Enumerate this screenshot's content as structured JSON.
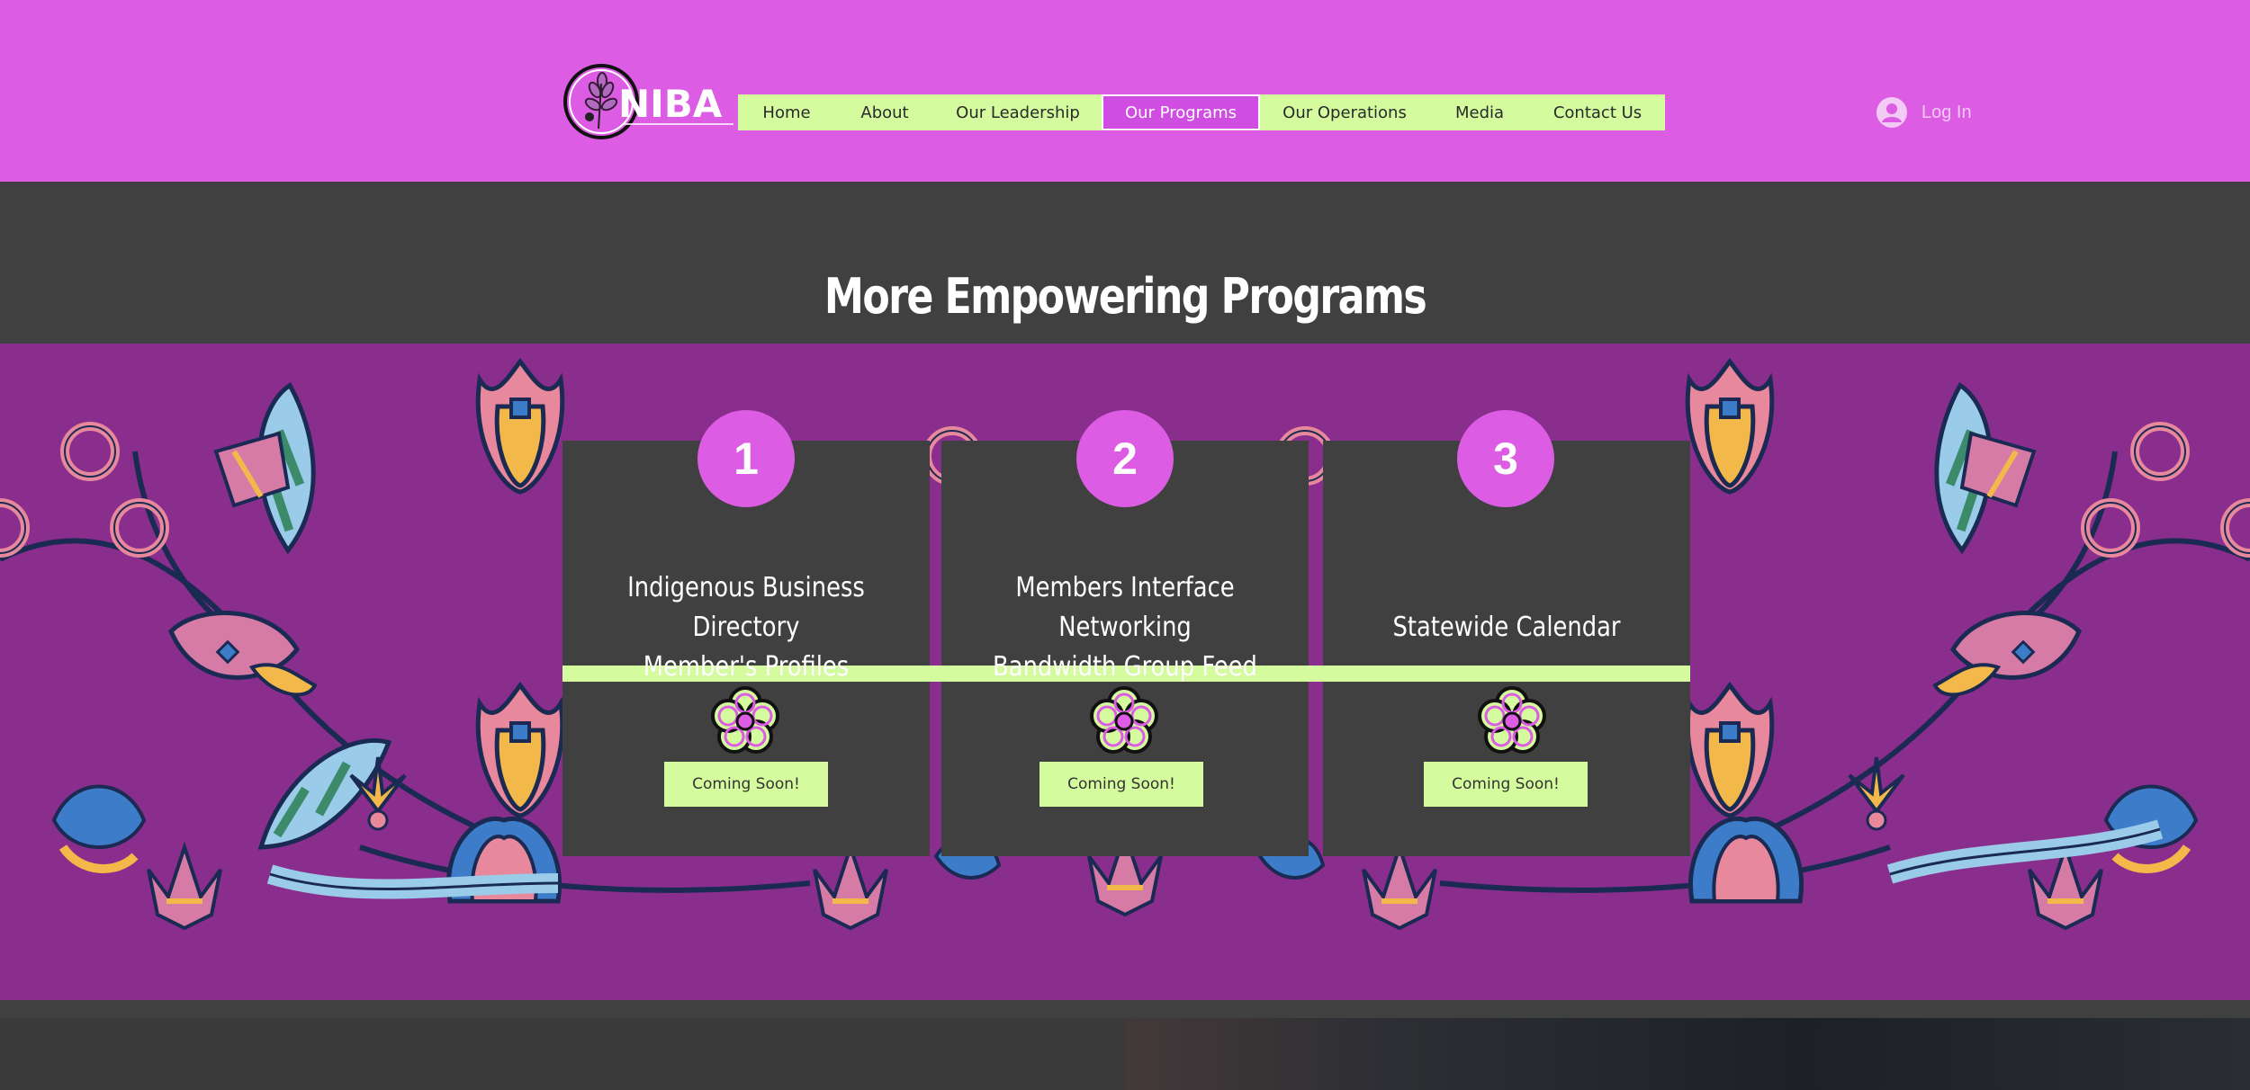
{
  "brand": {
    "logo_text": "NIBA",
    "logo_alt": "MNIBA"
  },
  "nav": {
    "items": [
      {
        "label": "Home"
      },
      {
        "label": "About"
      },
      {
        "label": "Our Leadership"
      },
      {
        "label": "Our Programs",
        "active": true
      },
      {
        "label": "Our Operations"
      },
      {
        "label": "Media"
      },
      {
        "label": "Contact Us"
      }
    ]
  },
  "login": {
    "label": "Log In",
    "icon": "user-avatar-icon"
  },
  "section": {
    "title": "More Empowering Programs"
  },
  "programs": [
    {
      "number": "1",
      "title_line1": "Indigenous Business Directory",
      "title_line2": "Member's Profiles",
      "cta": "Coming Soon!",
      "icon": "flower-icon"
    },
    {
      "number": "2",
      "title_line1": "Members Interface Networking",
      "title_line2": "Bandwidth Group Feed",
      "cta": "Coming Soon!",
      "icon": "flower-icon"
    },
    {
      "number": "3",
      "title_line1": "",
      "title_line2": "Statewide Calendar",
      "cta": "Coming Soon!",
      "icon": "flower-icon"
    }
  ],
  "colors": {
    "header_bg": "#DC5CE4",
    "nav_bg": "#D4FB9E",
    "active_nav": "#D04DE2",
    "dark_bg": "#404040",
    "floral_bg": "#8A2E8D",
    "accent_green": "#D4FB9E",
    "badge": "#DC5CE4"
  }
}
